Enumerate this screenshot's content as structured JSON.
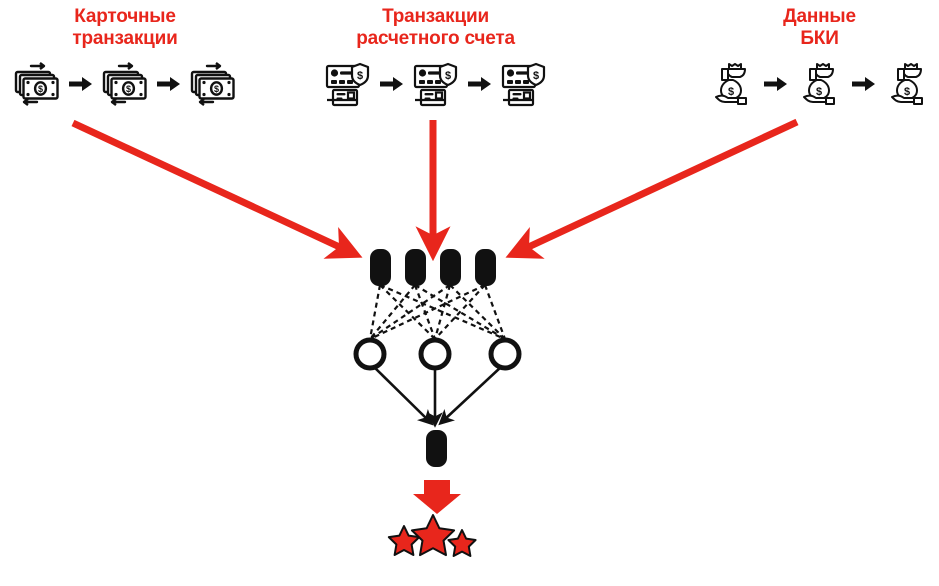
{
  "diagram": {
    "title_text_color": "#E8261C",
    "background": "#ffffff",
    "ink_color": "#111111",
    "sources": [
      {
        "id": "card-transactions",
        "label": "Карточные\nтранзакции",
        "icon_name": "money-transfer-icon",
        "icon_count": 3,
        "connector_icon_name": "right-arrow-icon",
        "feed_arrow": "diagonal-down-right-red-arrow"
      },
      {
        "id": "settlement-account-transactions",
        "label": "Транзакции\nрасчетного счета",
        "icon_name": "pos-terminal-secure-icon",
        "icon_count": 3,
        "connector_icon_name": "right-arrow-icon",
        "feed_arrow": "vertical-down-red-arrow"
      },
      {
        "id": "credit-bureau-data",
        "label": "Данные\nБКИ",
        "icon_name": "hand-money-bag-icon",
        "icon_count": 3,
        "connector_icon_name": "right-arrow-icon",
        "feed_arrow": "diagonal-down-left-red-arrow"
      }
    ],
    "network": {
      "input_layer": {
        "name": "input-layer",
        "node_count": 4,
        "node_shape": "rounded-rectangle",
        "node_fill": "#111111"
      },
      "hidden_layer": {
        "name": "hidden-layer",
        "node_count": 3,
        "node_shape": "circle-outline",
        "node_stroke": "#111111"
      },
      "output_layer": {
        "name": "output-layer",
        "node_count": 1,
        "node_shape": "rounded-rectangle",
        "node_fill": "#111111"
      },
      "input_to_hidden_style": "dashed",
      "hidden_to_output_style": "solid-arrow"
    },
    "result": {
      "arrow_name": "result-red-down-arrow",
      "arrow_color": "#E8261C",
      "rating_name": "three-star-rating",
      "star_count": 3,
      "star_fill": "#E8261C",
      "star_stroke": "#111111"
    }
  }
}
